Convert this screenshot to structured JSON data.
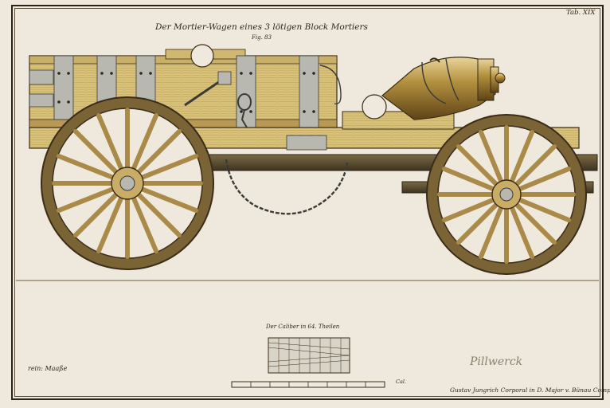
{
  "plate": {
    "title": "Der Mortier-Wagen eines 3 lötigen Block Mortiers",
    "figure": "Fig. 83",
    "plate_number": "Tab. XIX",
    "scale_title": "Der Caliber in 64. Theilen",
    "scale_unit_label": "Cal.",
    "rheinland_note": "rein: Maaße",
    "signature": "Pillwerck",
    "credit": "Gustav Jungrich Corporal in D. Major v. Bünau Compagnie"
  },
  "colors": {
    "paper": "#eee9dc",
    "ink": "#2f2518",
    "wood_light": "#d8c27a",
    "wood_dark": "#8d6a2c",
    "bronze": "#b3903e",
    "iron": "#b8b8b0"
  },
  "icons": {
    "wagon": "mortar-wagon-illustration",
    "mortar": "bronze-mortar",
    "scale": "caliber-scale-bar"
  }
}
